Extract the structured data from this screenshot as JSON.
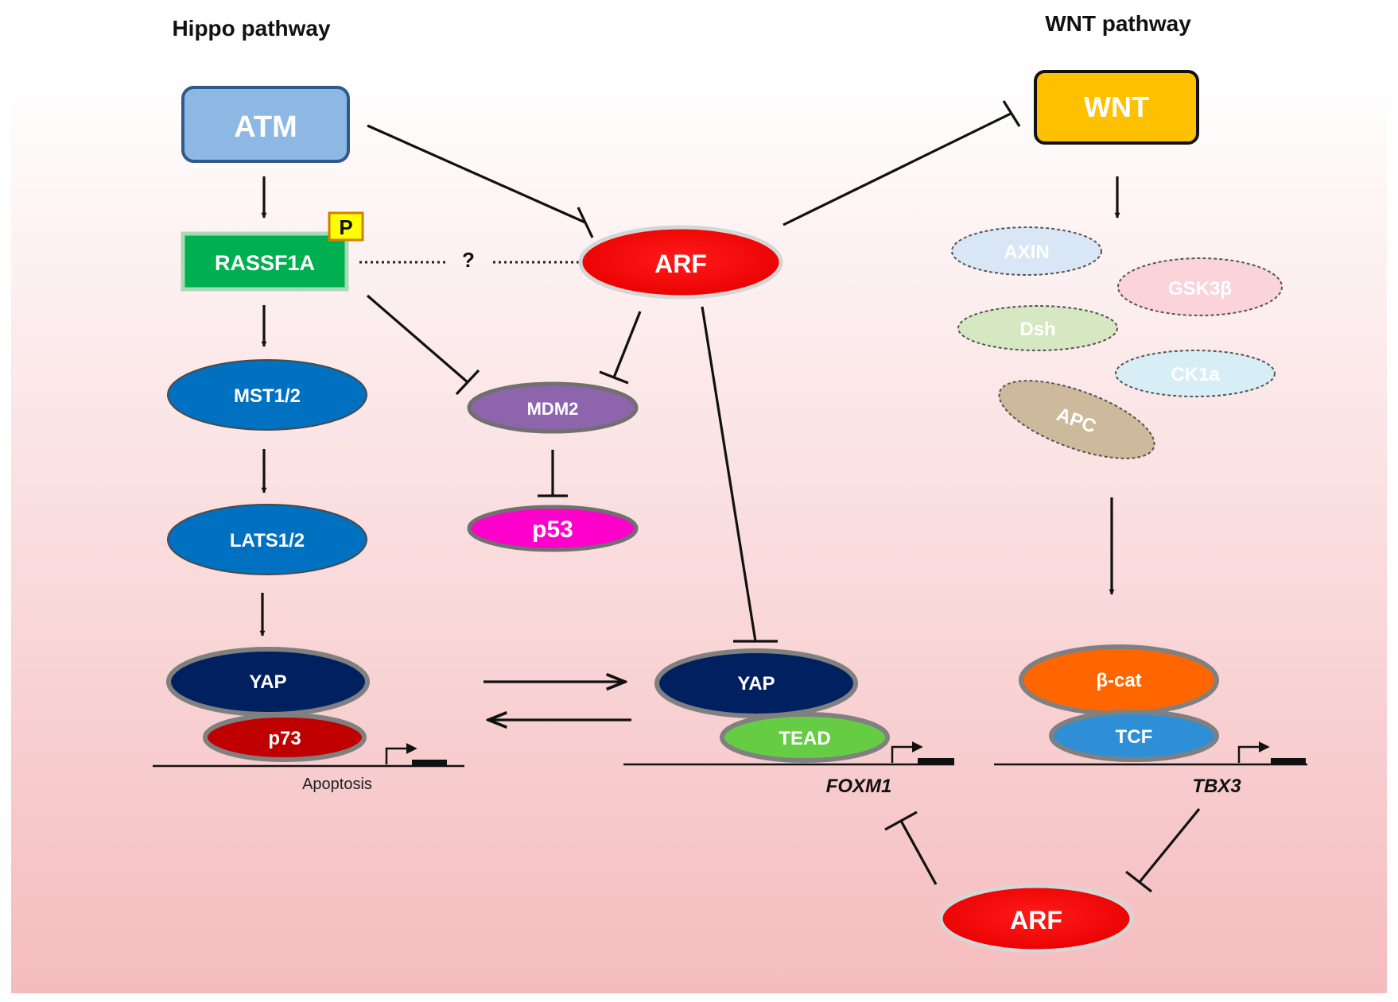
{
  "headers": {
    "hippo": "Hippo pathway",
    "wnt": "WNT pathway"
  },
  "nodes": {
    "atm": "ATM",
    "rassf1a": "RASSF1A",
    "phospho": "P",
    "question": "?",
    "arf_top": "ARF",
    "mst": "MST1/2",
    "lats": "LATS1/2",
    "mdm2": "MDM2",
    "p53": "p53",
    "yap_left": "YAP",
    "p73": "p73",
    "apoptosis": "Apoptosis",
    "yap_mid": "YAP",
    "tead": "TEAD",
    "foxm1": "FOXM1",
    "wnt": "WNT",
    "axin": "AXIN",
    "gsk3b": "GSK3β",
    "dsh": "Dsh",
    "ck1a": "CK1a",
    "apc": "APC",
    "bcat": "β-cat",
    "tcf": "TCF",
    "tbx3": "TBX3",
    "arf_bottom": "ARF"
  },
  "colors": {
    "atm": "#8db8e3",
    "rassf1a": "#00b050",
    "arf": "#ff0000",
    "mst_lats": "#0070c0",
    "mdm2": "#8e64ad",
    "p53": "#ff00cc",
    "yap": "#002060",
    "p73": "#c00000",
    "tead": "#66cc44",
    "wnt": "#ffc000",
    "bcat": "#ff6600",
    "tcf": "#2e8fd6",
    "axin": "#d8e6f5",
    "gsk3b": "#fbd3da",
    "dsh": "#d6e8c2",
    "ck1a": "#d7eef6",
    "apc": "#cdb99c",
    "phospho_badge": "#ffff00"
  }
}
